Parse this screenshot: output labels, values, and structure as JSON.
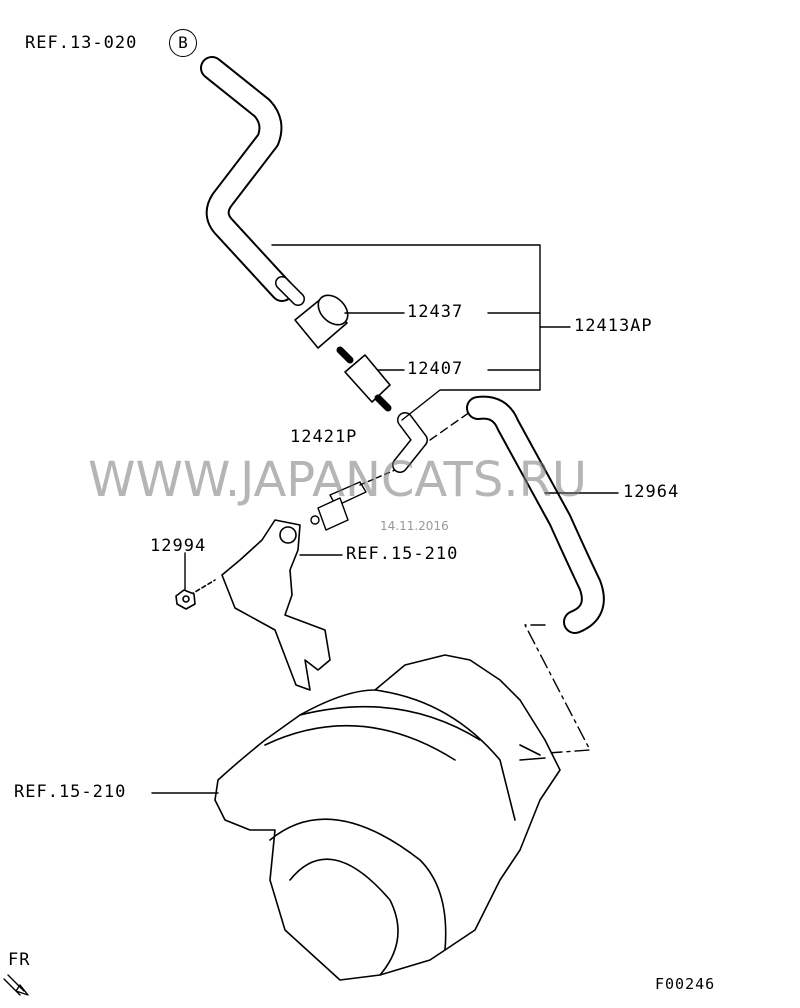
{
  "diagram": {
    "ref_top": "REF.13-020",
    "ref_top_circle": "B",
    "parts": {
      "p12437": "12437",
      "p12413AP": "12413AP",
      "p12407": "12407",
      "p12421P": "12421P",
      "p12964": "12964",
      "p12994": "12994"
    },
    "ref_bracket": "REF.15-210",
    "ref_manifold": "REF.15-210",
    "direction": "FR",
    "figure_code": "F00246",
    "watermark": "WWW.JAPANCATS.RU",
    "date": "14.11.2016"
  }
}
